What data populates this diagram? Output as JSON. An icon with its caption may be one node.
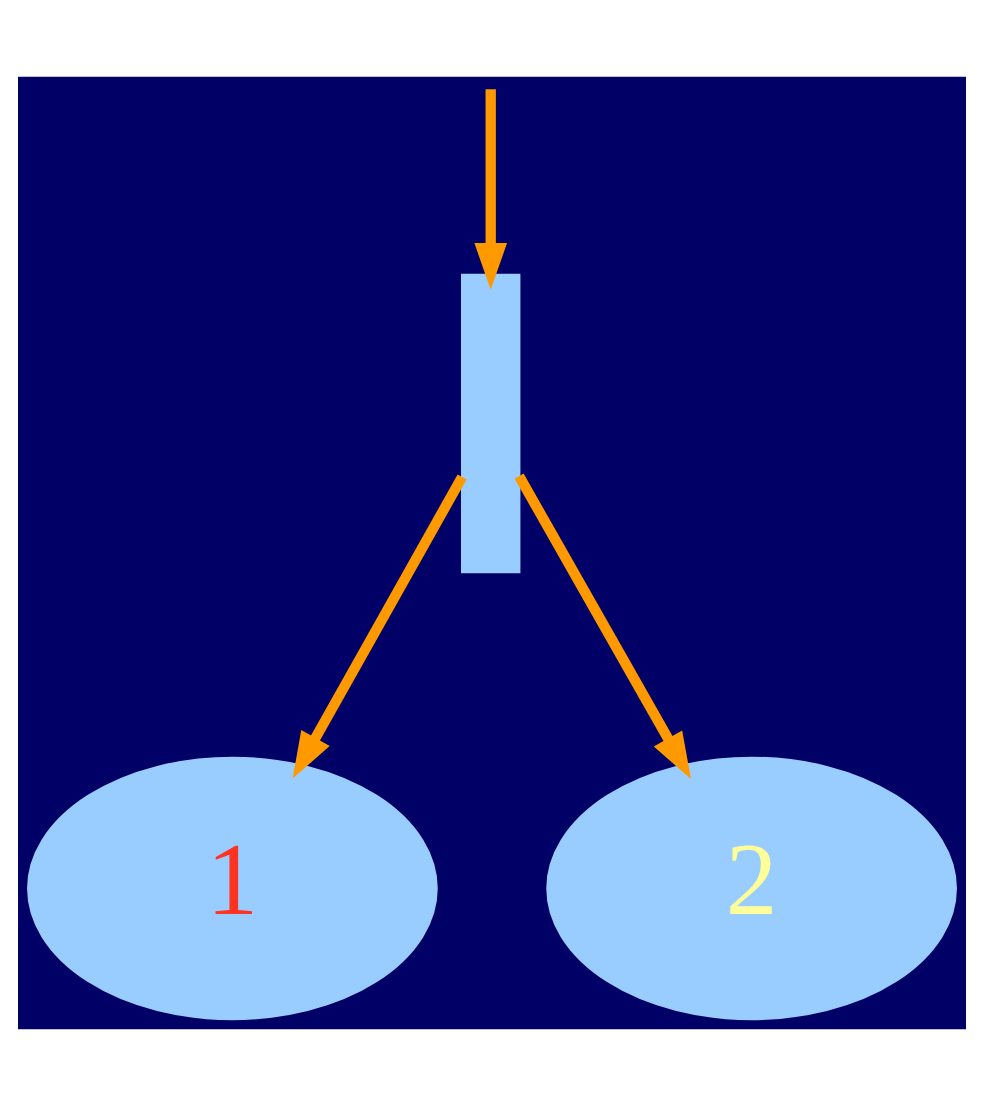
{
  "diagram": {
    "nodes": [
      {
        "text": [],
        "shape": "bar"
      },
      {
        "text": [
          "1"
        ]
      },
      {
        "text": [
          "2"
        ]
      }
    ],
    "edges": [
      {
        "from": null,
        "to": 0,
        "arrow": "to",
        "color": "#ff9900"
      },
      {
        "from": 0,
        "to": 1,
        "arrow": "to",
        "color": "#ff9900"
      },
      {
        "from": 0,
        "to": 2,
        "arrow": "to",
        "color": "#ff9900"
      }
    ]
  }
}
